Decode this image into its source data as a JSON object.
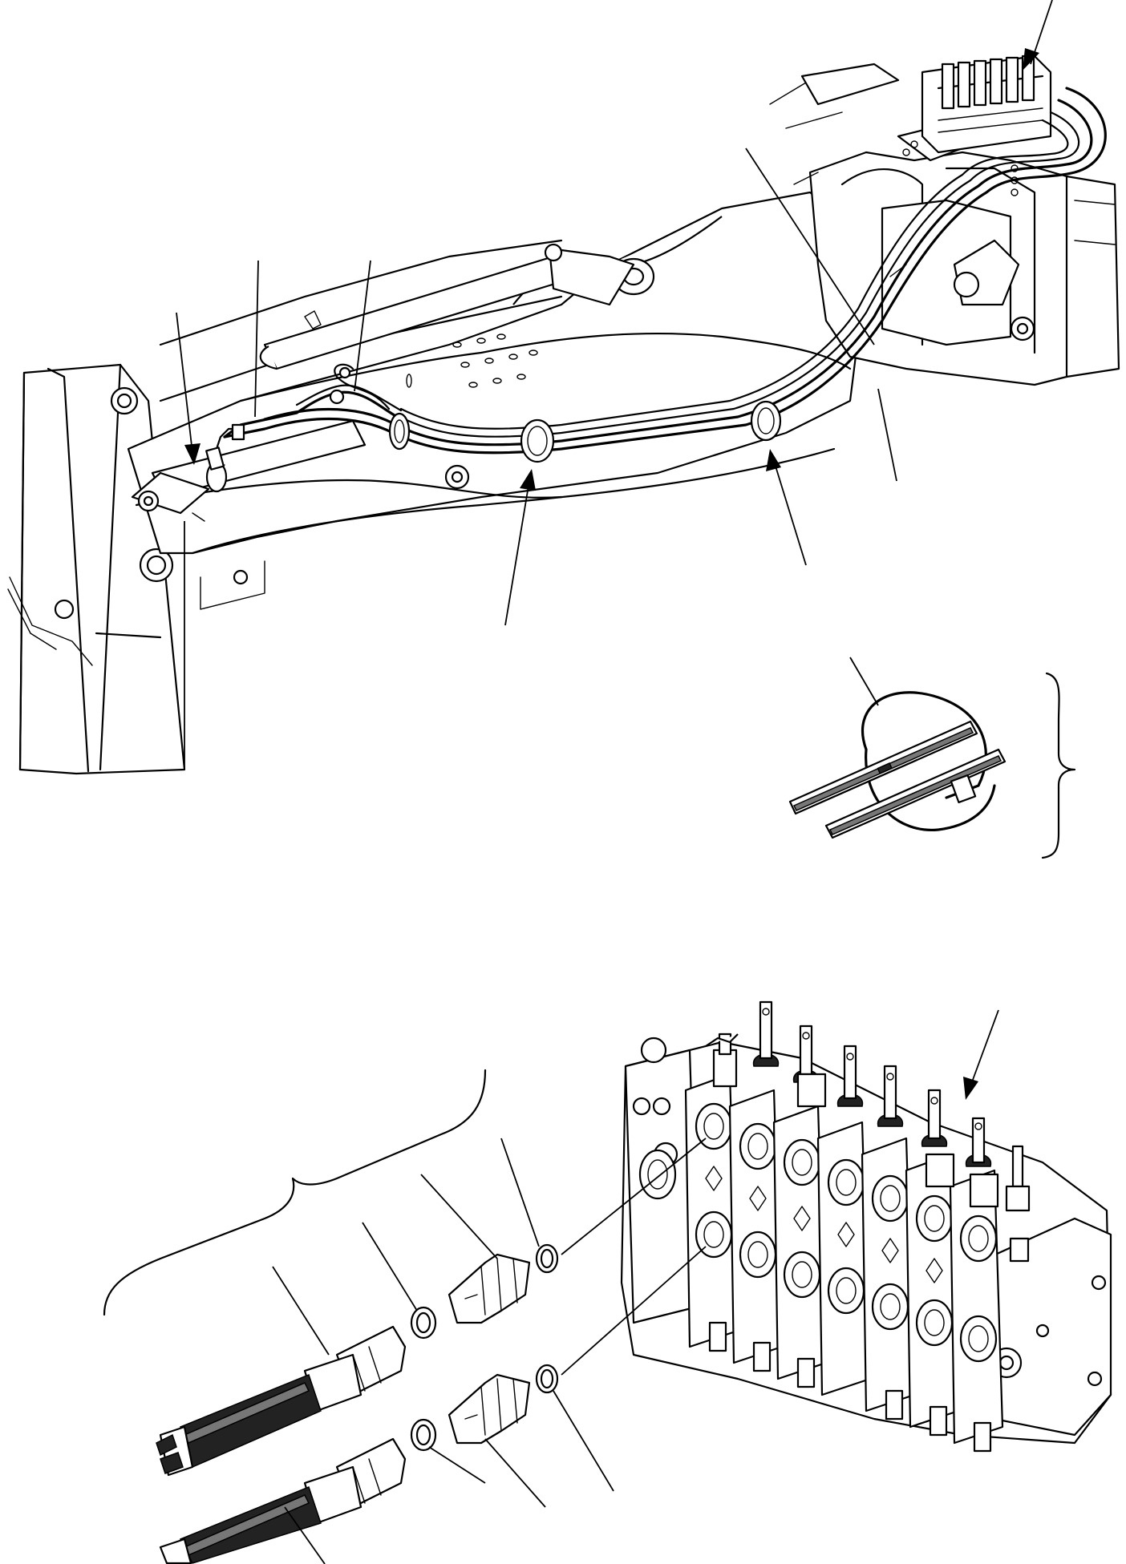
{
  "figure": {
    "description_text": ""
  },
  "colors": {
    "line": "#000000",
    "background": "#ffffff",
    "hose_shading": "#777777"
  },
  "callouts": {
    "upper_view": [
      "arrow-valve-top",
      "arrow-cylinder-port",
      "leader-hose-left",
      "leader-hose-right",
      "leader-fitting",
      "leader-boom-right",
      "arrow-clamp-mid",
      "arrow-clamp-right",
      "leader-clamp-detail"
    ],
    "lower_view": [
      "arrow-control-valve",
      "leader-oring-1",
      "leader-adapter-1",
      "leader-oring-2",
      "leader-hose-1",
      "leader-oring-3",
      "leader-adapter-2",
      "leader-oring-4",
      "leader-hose-2"
    ]
  }
}
